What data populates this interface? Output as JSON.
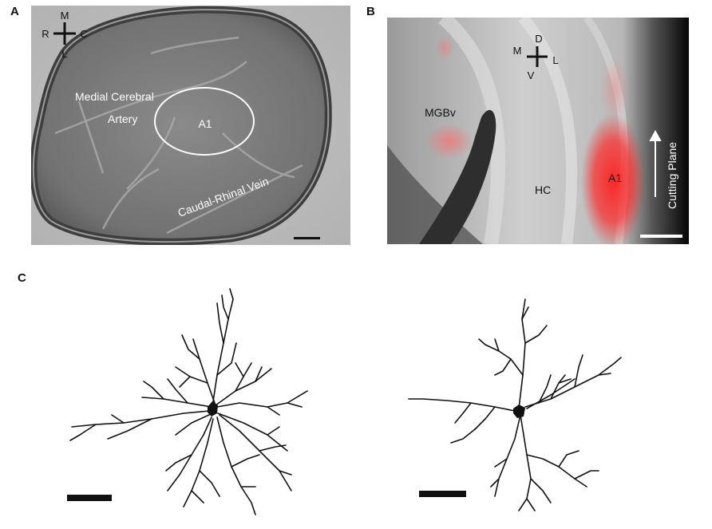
{
  "panels": {
    "a": {
      "letter": "A",
      "compass": {
        "top": "M",
        "left": "R",
        "right": "C",
        "bottom": "L"
      },
      "labels": {
        "vessel_line1": "Medial Cerebral",
        "vessel_line2": "Artery",
        "region": "A1",
        "vein": "Caudal-Rhinal Vein"
      }
    },
    "b": {
      "letter": "B",
      "compass": {
        "top": "D",
        "left": "M",
        "right": "L",
        "bottom": "V"
      },
      "labels": {
        "mgbv": "MGBv",
        "hc": "HC",
        "a1": "A1",
        "cutting": "Cutting Plane"
      },
      "colors": {
        "fluorescence": "#ff2020"
      }
    },
    "c": {
      "letter": "C"
    }
  }
}
